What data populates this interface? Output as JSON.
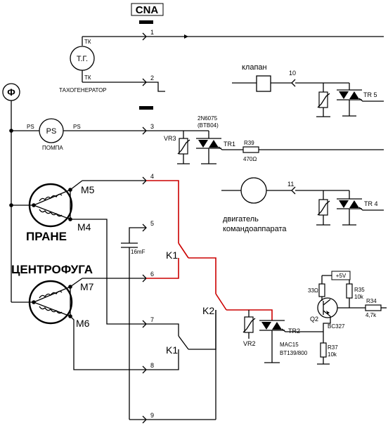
{
  "connector": {
    "name": "CNA",
    "pins": [
      "1",
      "2",
      "3",
      "4",
      "5",
      "6",
      "7",
      "8",
      "9",
      "10",
      "11"
    ]
  },
  "tacho": {
    "symbol": "Т.Г.",
    "pin_label": "ТК",
    "caption": "ТАХОГЕНЕРАТОР"
  },
  "pump": {
    "symbol": "PS",
    "pin_label": "PS",
    "caption": "ПОМПА"
  },
  "earth": {
    "symbol": "Φ"
  },
  "motor": {
    "m5": "M5",
    "m4": "M4",
    "m7": "M7",
    "m6": "M6",
    "wash": "ПРАНЕ",
    "spin": "ЦЕНТРОФУГА"
  },
  "valve": {
    "caption": "клапан",
    "triac": "TR 5"
  },
  "timer": {
    "caption_1": "двигатель",
    "caption_2": "командоаппарата",
    "triac": "TR 4"
  },
  "pump_driver": {
    "part_1": "2N6075",
    "part_2": "(BTB04)",
    "triac": "TR1",
    "varistor": "VR3",
    "resistor": "R39",
    "resistor_value": "470Ω"
  },
  "relays": {
    "k1": "K1",
    "k2": "K2"
  },
  "capacitor": {
    "value": "16mF"
  },
  "motor_driver": {
    "triac": "TR2",
    "part_1": "MAC15",
    "part_2": "BT139/800",
    "varistor": "VR2",
    "transistor": "Q2",
    "transistor_type": "BC327",
    "supply": "+5V",
    "r_base": "33Ω",
    "r35": "R35",
    "r35_value": "10k",
    "r34": "R34",
    "r34_value": "4,7k",
    "r37": "R37",
    "r37_value": "10k"
  }
}
